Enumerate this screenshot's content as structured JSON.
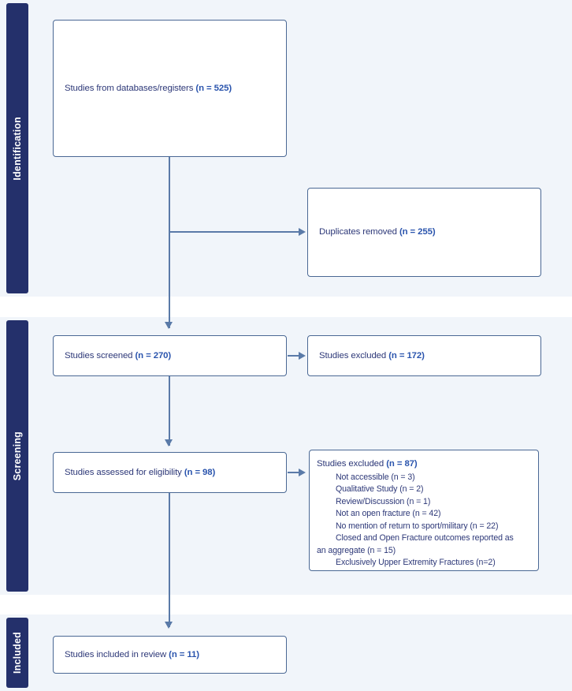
{
  "diagram": {
    "title": "PRISMA flow diagram",
    "type": "flowchart",
    "colors": {
      "stage_tab_background": "#24306b",
      "stage_tab_text": "#ffffff",
      "band_background": "#f1f5fa",
      "page_background": "#ffffff",
      "box_border": "#4a6894",
      "box_background": "#ffffff",
      "body_text": "#2d3878",
      "count_text": "#2a54ad",
      "connector": "#5a7aa8"
    }
  },
  "stages": [
    {
      "id": "identification",
      "label": "Identification"
    },
    {
      "id": "screening",
      "label": "Screening"
    },
    {
      "id": "included",
      "label": "Included"
    }
  ],
  "boxes": {
    "databases": {
      "text": "Studies from databases/registers ",
      "count": "(n = 525)"
    },
    "duplicates": {
      "text": "Duplicates removed ",
      "count": "(n = 255)"
    },
    "screened": {
      "text": "Studies screened ",
      "count": "(n = 270)"
    },
    "screened_excluded": {
      "text": "Studies excluded ",
      "count": "(n = 172)"
    },
    "eligibility": {
      "text": "Studies assessed for eligibility ",
      "count": "(n = 98)"
    },
    "eligibility_excluded": {
      "text": "Studies excluded ",
      "count": "(n = 87)",
      "reasons": [
        {
          "label": "Not accessible (n = 3)"
        },
        {
          "label": "Qualitative Study (n = 2)"
        },
        {
          "label": "Review/Discussion (n = 1)"
        },
        {
          "label": "Not an open fracture (n = 42)"
        },
        {
          "label": "No mention of return to sport/military (n = 22)"
        },
        {
          "label": "Closed and Open Fracture outcomes reported as",
          "wrap": "an aggregate (n = 15)"
        },
        {
          "label": "Exclusively Upper Extremity Fractures (n=2)"
        }
      ]
    },
    "included": {
      "text": "Studies included in review ",
      "count": "(n = 11)"
    }
  },
  "chart_data": {
    "type": "flowchart",
    "title": "PRISMA flow diagram",
    "nodes": [
      {
        "id": "databases",
        "stage": "Identification",
        "label": "Studies from databases/registers",
        "n": 525
      },
      {
        "id": "duplicates",
        "stage": "Identification",
        "label": "Duplicates removed",
        "n": 255
      },
      {
        "id": "screened",
        "stage": "Screening",
        "label": "Studies screened",
        "n": 270
      },
      {
        "id": "screened_excluded",
        "stage": "Screening",
        "label": "Studies excluded",
        "n": 172
      },
      {
        "id": "eligibility",
        "stage": "Screening",
        "label": "Studies assessed for eligibility",
        "n": 98
      },
      {
        "id": "eligibility_excluded",
        "stage": "Screening",
        "label": "Studies excluded",
        "n": 87
      },
      {
        "id": "included",
        "stage": "Included",
        "label": "Studies included in review",
        "n": 11
      }
    ],
    "edges": [
      {
        "from": "databases",
        "to": "duplicates"
      },
      {
        "from": "databases",
        "to": "screened"
      },
      {
        "from": "screened",
        "to": "screened_excluded"
      },
      {
        "from": "screened",
        "to": "eligibility"
      },
      {
        "from": "eligibility",
        "to": "eligibility_excluded"
      },
      {
        "from": "eligibility",
        "to": "included"
      }
    ],
    "exclusion_reasons": [
      {
        "reason": "Not accessible",
        "n": 3
      },
      {
        "reason": "Qualitative Study",
        "n": 2
      },
      {
        "reason": "Review/Discussion",
        "n": 1
      },
      {
        "reason": "Not an open fracture",
        "n": 42
      },
      {
        "reason": "No mention of return to sport/military",
        "n": 22
      },
      {
        "reason": "Closed and Open Fracture outcomes reported as an aggregate",
        "n": 15
      },
      {
        "reason": "Exclusively Upper Extremity Fractures",
        "n": 2
      }
    ]
  }
}
